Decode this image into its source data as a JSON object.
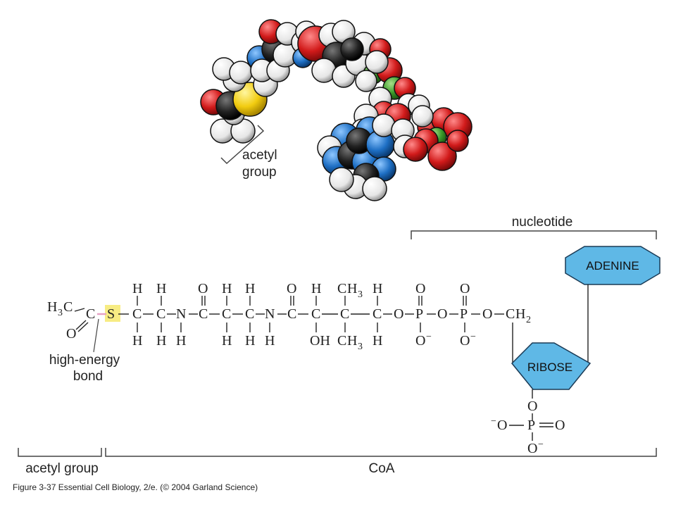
{
  "model": {
    "acetyl_label_line1": "acetyl",
    "acetyl_label_line2": "group"
  },
  "labels": {
    "nucleotide": "nucleotide",
    "high_energy_line1": "high-energy",
    "high_energy_line2": "bond",
    "acetyl_group": "acetyl group",
    "coa": "CoA"
  },
  "boxes": {
    "adenine": "ADENINE",
    "ribose": "RIBOSE"
  },
  "caption": "Figure 3-37  Essential Cell Biology, 2/e. (© 2004 Garland Science)",
  "colors": {
    "adenine_fill": "#5fb8e6",
    "ribose_fill": "#5fb8e6",
    "sulfur_highlight": "#f7ec83",
    "high_energy_bond": "#e6a0c4"
  }
}
